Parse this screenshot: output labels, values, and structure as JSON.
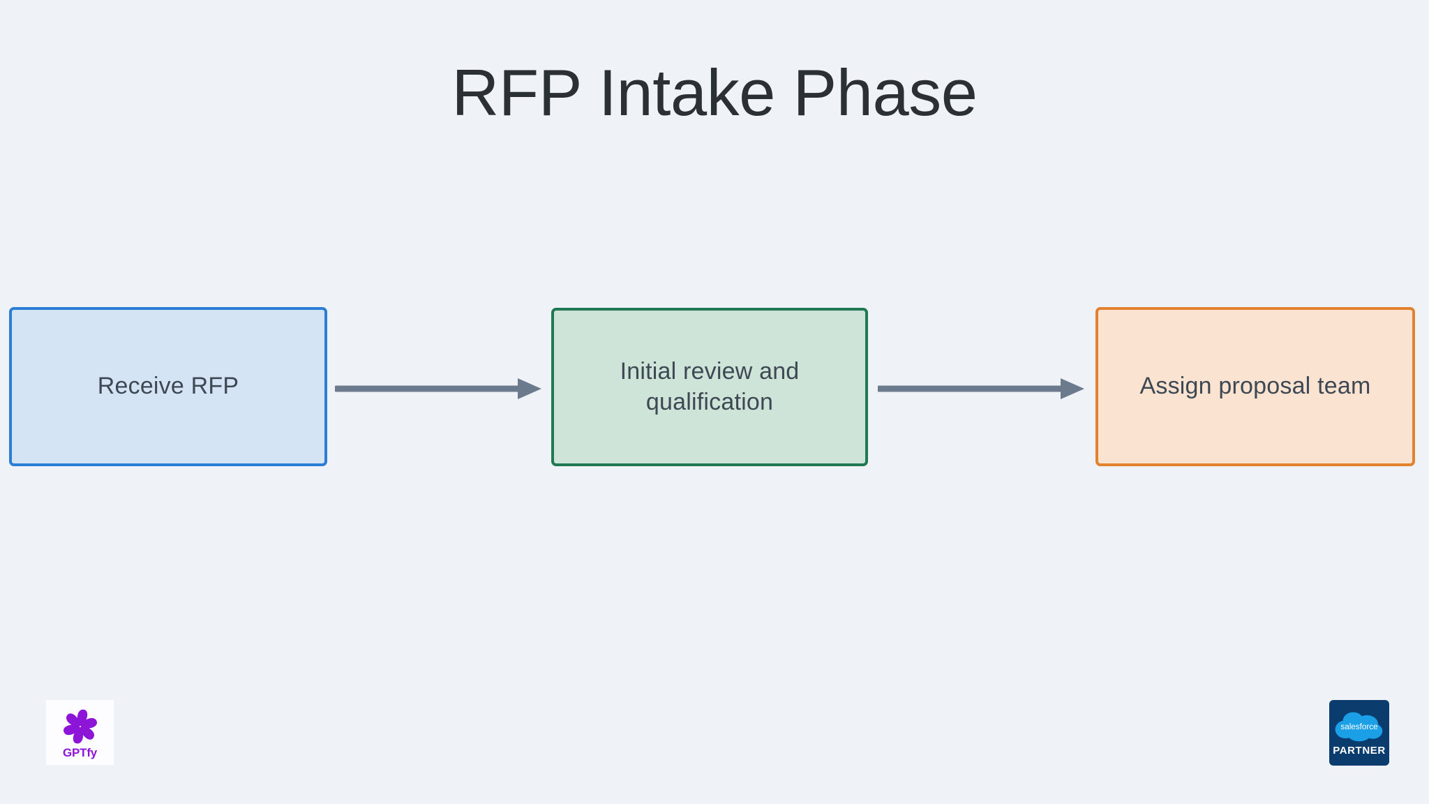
{
  "slide": {
    "title": "RFP Intake Phase",
    "background_color": "#eff3f7",
    "title_color": "#2b3034"
  },
  "diagram": {
    "type": "flowchart",
    "orientation": "horizontal-left-to-right",
    "arrow_color": "#6b7a8c",
    "node_text_color": "#3d4853",
    "nodes": [
      {
        "id": "receive-rfp",
        "label": "Receive RFP",
        "fill_color": "#d5e4f5",
        "border_color": "#2a7fd4"
      },
      {
        "id": "initial-review",
        "label": "Initial review and qualification",
        "fill_color": "#cfe4d8",
        "border_color": "#1f7a54"
      },
      {
        "id": "assign-team",
        "label": "Assign proposal team",
        "fill_color": "#fbe3d2",
        "border_color": "#e2822f"
      }
    ],
    "edges": [
      {
        "id": "edge-1",
        "from": "receive-rfp",
        "to": "initial-review",
        "label": ""
      },
      {
        "id": "edge-2",
        "from": "initial-review",
        "to": "assign-team",
        "label": ""
      }
    ]
  },
  "branding": {
    "gptfy": {
      "wordmark": "GPTfy",
      "mark_color": "#8c15d8",
      "card_color": "#fdfdff"
    },
    "salesforce_partner": {
      "cloud_label": "salesforce",
      "tier_label": "PARTNER",
      "badge_color": "#0a3d6e",
      "cloud_color": "#1ba0e8"
    }
  }
}
